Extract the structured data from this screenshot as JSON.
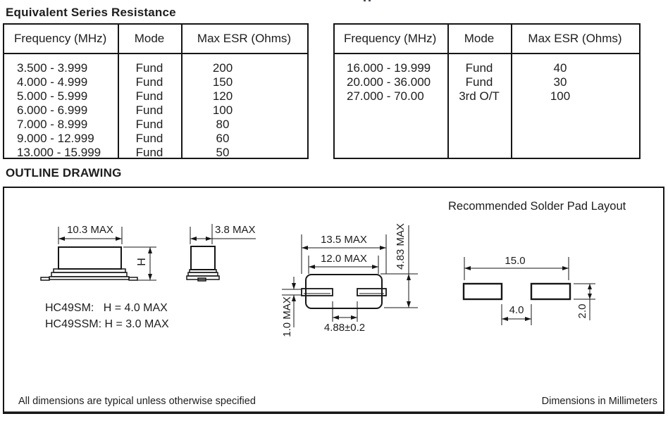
{
  "titles": {
    "esr": "Equivalent Series Resistance",
    "outline": "OUTLINE DRAWING"
  },
  "esr": {
    "headers": {
      "frequency": "Frequency (MHz)",
      "mode": "Mode",
      "esr": "Max ESR (Ohms)"
    },
    "left_rows": [
      {
        "freq": "3.500 - 3.999",
        "mode": "Fund",
        "esr": "200"
      },
      {
        "freq": "4.000 - 4.999",
        "mode": "Fund",
        "esr": "150"
      },
      {
        "freq": "5.000 - 5.999",
        "mode": "Fund",
        "esr": "120"
      },
      {
        "freq": "6.000 - 6.999",
        "mode": "Fund",
        "esr": "100"
      },
      {
        "freq": "7.000 - 8.999",
        "mode": "Fund",
        "esr": "80"
      },
      {
        "freq": "9.000 - 12.999",
        "mode": "Fund",
        "esr": "60"
      },
      {
        "freq": "13.000 - 15.999",
        "mode": "Fund",
        "esr": "50"
      }
    ],
    "right_rows": [
      {
        "freq": "16.000 - 19.999",
        "mode": "Fund",
        "esr": "40"
      },
      {
        "freq": "20.000 - 36.000",
        "mode": "Fund",
        "esr": "30"
      },
      {
        "freq": "27.000 - 70.00",
        "mode": "3rd O/T",
        "esr": "100"
      }
    ]
  },
  "outline": {
    "side_view": {
      "width_dim": "10.3 MAX",
      "height_label": "H"
    },
    "end_view": {
      "width_dim": "3.8 MAX"
    },
    "bottom_view": {
      "overall_dim": "13.5 MAX",
      "body_dim": "12.0 MAX",
      "height_dim": "4.83 MAX",
      "pad_thickness_dim": "1.0 MAX",
      "pad_spacing_dim": "4.88±0.2"
    },
    "variants": {
      "line1": "HC49SM:   H = 4.0 MAX",
      "line2": "HC49SSM: H = 3.0 MAX"
    },
    "pad_layout": {
      "title": "Recommended Solder Pad Layout",
      "length_dim": "15.0",
      "gap_dim": "4.0",
      "height_dim": "2.0"
    },
    "notes": {
      "left": "All dimensions are typical unless otherwise specified",
      "right": "Dimensions in Millimeters"
    }
  }
}
